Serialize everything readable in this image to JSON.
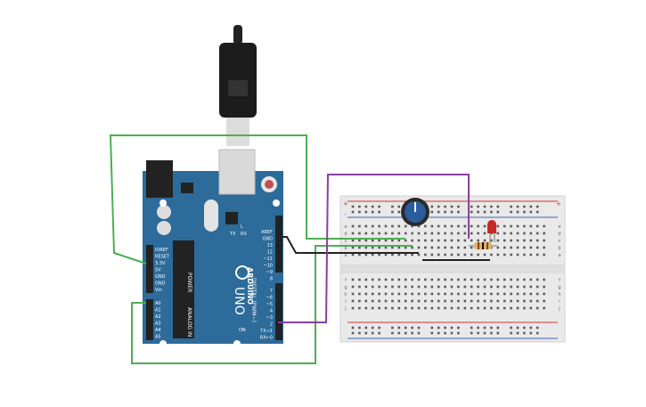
{
  "colors": {
    "canvas": "#ffffff",
    "board": "#2c6b9a",
    "board_dark": "#1f5478",
    "breadboard": "#e9e9e9",
    "wire_green": "#4caf50",
    "wire_purple": "#8a3fa0",
    "wire_black": "#222222",
    "rail_red": "#d32f2f",
    "rail_blue": "#3b67b3",
    "pot": "#2a5d9a",
    "led": "#c62828"
  },
  "arduino": {
    "brand": "ARDUINO",
    "model": "UNO",
    "power_header_title": "POWER",
    "analog_header_title": "ANALOG IN",
    "digital_header_title": "DIGITAL (PWM~)",
    "tx_label": "TX",
    "rx_label": "RX",
    "l_label": "L",
    "on_label": "ON",
    "power_pins": [
      "IOREF",
      "RESET",
      "3.3V",
      "5V",
      "GND",
      "GND",
      "Vin"
    ],
    "analog_pins": [
      "A0",
      "A1",
      "A2",
      "A3",
      "A4",
      "A5"
    ],
    "digital_pins_top": [
      "AREF",
      "GND",
      "13",
      "12",
      "~11",
      "~10",
      "~9",
      "8"
    ],
    "digital_pins_bottom": [
      "7",
      "~6",
      "~5",
      "4",
      "~3",
      "2",
      "TX→1",
      "RX←0"
    ]
  },
  "breadboard": {
    "row_letters_top": [
      "a",
      "b",
      "c",
      "d",
      "e"
    ],
    "row_letters_bottom": [
      "f",
      "g",
      "h",
      "i",
      "j"
    ],
    "plus_label": "+",
    "minus_label": "-"
  }
}
